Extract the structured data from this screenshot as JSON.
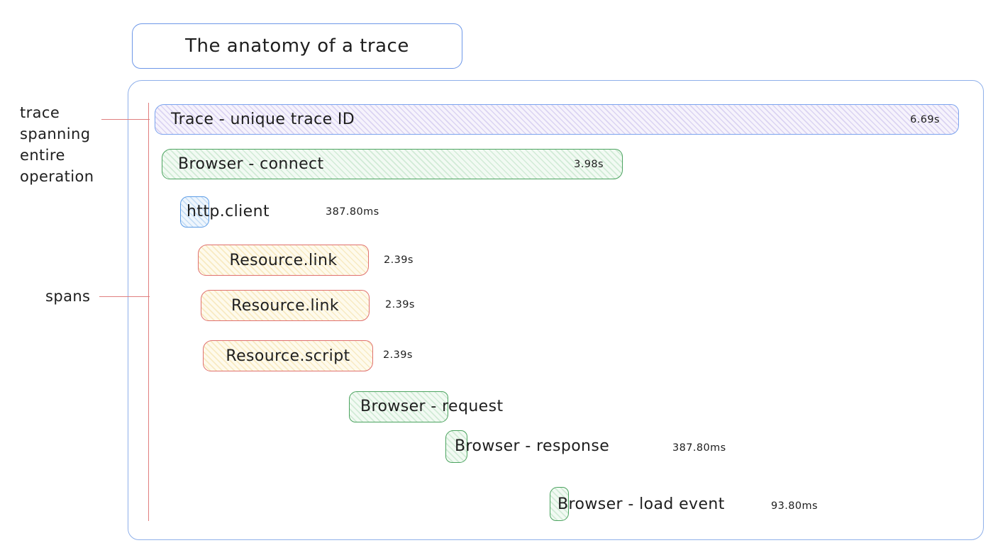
{
  "title": "The anatomy of a trace",
  "annotations": {
    "trace": "trace spanning entire operation",
    "spans": "spans"
  },
  "spans": [
    {
      "label": "Trace - unique trace ID",
      "duration": "6.69s",
      "color": "purple"
    },
    {
      "label": "Browser - connect",
      "duration": "3.98s",
      "color": "green"
    },
    {
      "label": "http.client",
      "duration": "387.80ms",
      "color": "blue"
    },
    {
      "label": "Resource.link",
      "duration": "2.39s",
      "color": "yellow"
    },
    {
      "label": "Resource.link",
      "duration": "2.39s",
      "color": "yellow"
    },
    {
      "label": "Resource.script",
      "duration": "2.39s",
      "color": "yellow"
    },
    {
      "label": "Browser - request",
      "duration": "",
      "color": "green"
    },
    {
      "label": "Browser - response",
      "duration": "387.80ms",
      "color": "green"
    },
    {
      "label": "Browser - load event",
      "duration": "93.80ms",
      "color": "green"
    }
  ],
  "colors": {
    "purple_border": "#7ba3ee",
    "purple_fill": "#f6f3fc",
    "green_border": "#4ba35f",
    "green_fill": "#f2faf3",
    "yellow_border": "#e0716e",
    "yellow_fill": "#fefaec",
    "blue_border": "#5c9ce6",
    "blue_fill": "#eff6fd",
    "container_border": "#8fb0ea",
    "title_border": "#6d97e8",
    "annotation_line": "#e07e7e",
    "text": "#1e1e1e"
  }
}
